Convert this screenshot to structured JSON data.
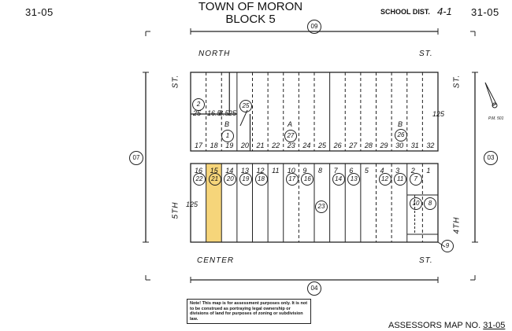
{
  "header": {
    "map_code_left": "31-05",
    "map_code_right": "31-05",
    "title_line1": "TOWN OF MORON",
    "title_line2": "BLOCK 5",
    "school_dist_label": "SCHOOL DIST.",
    "school_dist_value": "4-1"
  },
  "streets": {
    "north": "NORTH",
    "center": "CENTER",
    "st": "ST.",
    "fifth": "5TH",
    "fourth": "4TH"
  },
  "adjacent_blocks": {
    "top": "09",
    "bottom": "04",
    "left": "07",
    "right": "03"
  },
  "north_arrow_label": "P.M. 501",
  "highlight_color": "#f6d57a",
  "top_row": {
    "lots": [
      "17",
      "18",
      "19",
      "20",
      "21",
      "22",
      "23",
      "24",
      "25",
      "26",
      "27",
      "28",
      "29",
      "30",
      "31",
      "32"
    ],
    "dims": [
      "25",
      "16.5",
      "8.5",
      "25"
    ],
    "depth": "125",
    "parcels": [
      {
        "num": "2",
        "letter": ""
      },
      {
        "num": "25",
        "letter": ""
      },
      {
        "num": "1",
        "letter": "B"
      },
      {
        "num": "27",
        "letter": "A"
      },
      {
        "num": "26",
        "letter": "B"
      }
    ]
  },
  "bottom_row": {
    "lots": [
      "16",
      "15",
      "14",
      "13",
      "12",
      "11",
      "10",
      "9",
      "8",
      "7",
      "6",
      "5",
      "4",
      "3",
      "2",
      "1"
    ],
    "parcels": [
      "22",
      "21",
      "20",
      "19",
      "18",
      "",
      "17",
      "16",
      "",
      "14",
      "13",
      "",
      "12",
      "11",
      "7",
      ""
    ],
    "highlighted_lot": "15",
    "depth": "125",
    "extra_parcels": [
      "23",
      "10",
      "8",
      "9"
    ]
  },
  "note": "Note! This map is for assessment purposes only. It is not to be construed as portraying legal ownership or divisions of land for purposes of zoning or subdivision law.",
  "footer": {
    "label": "ASSESSORS MAP NO.",
    "value": "31-05"
  }
}
